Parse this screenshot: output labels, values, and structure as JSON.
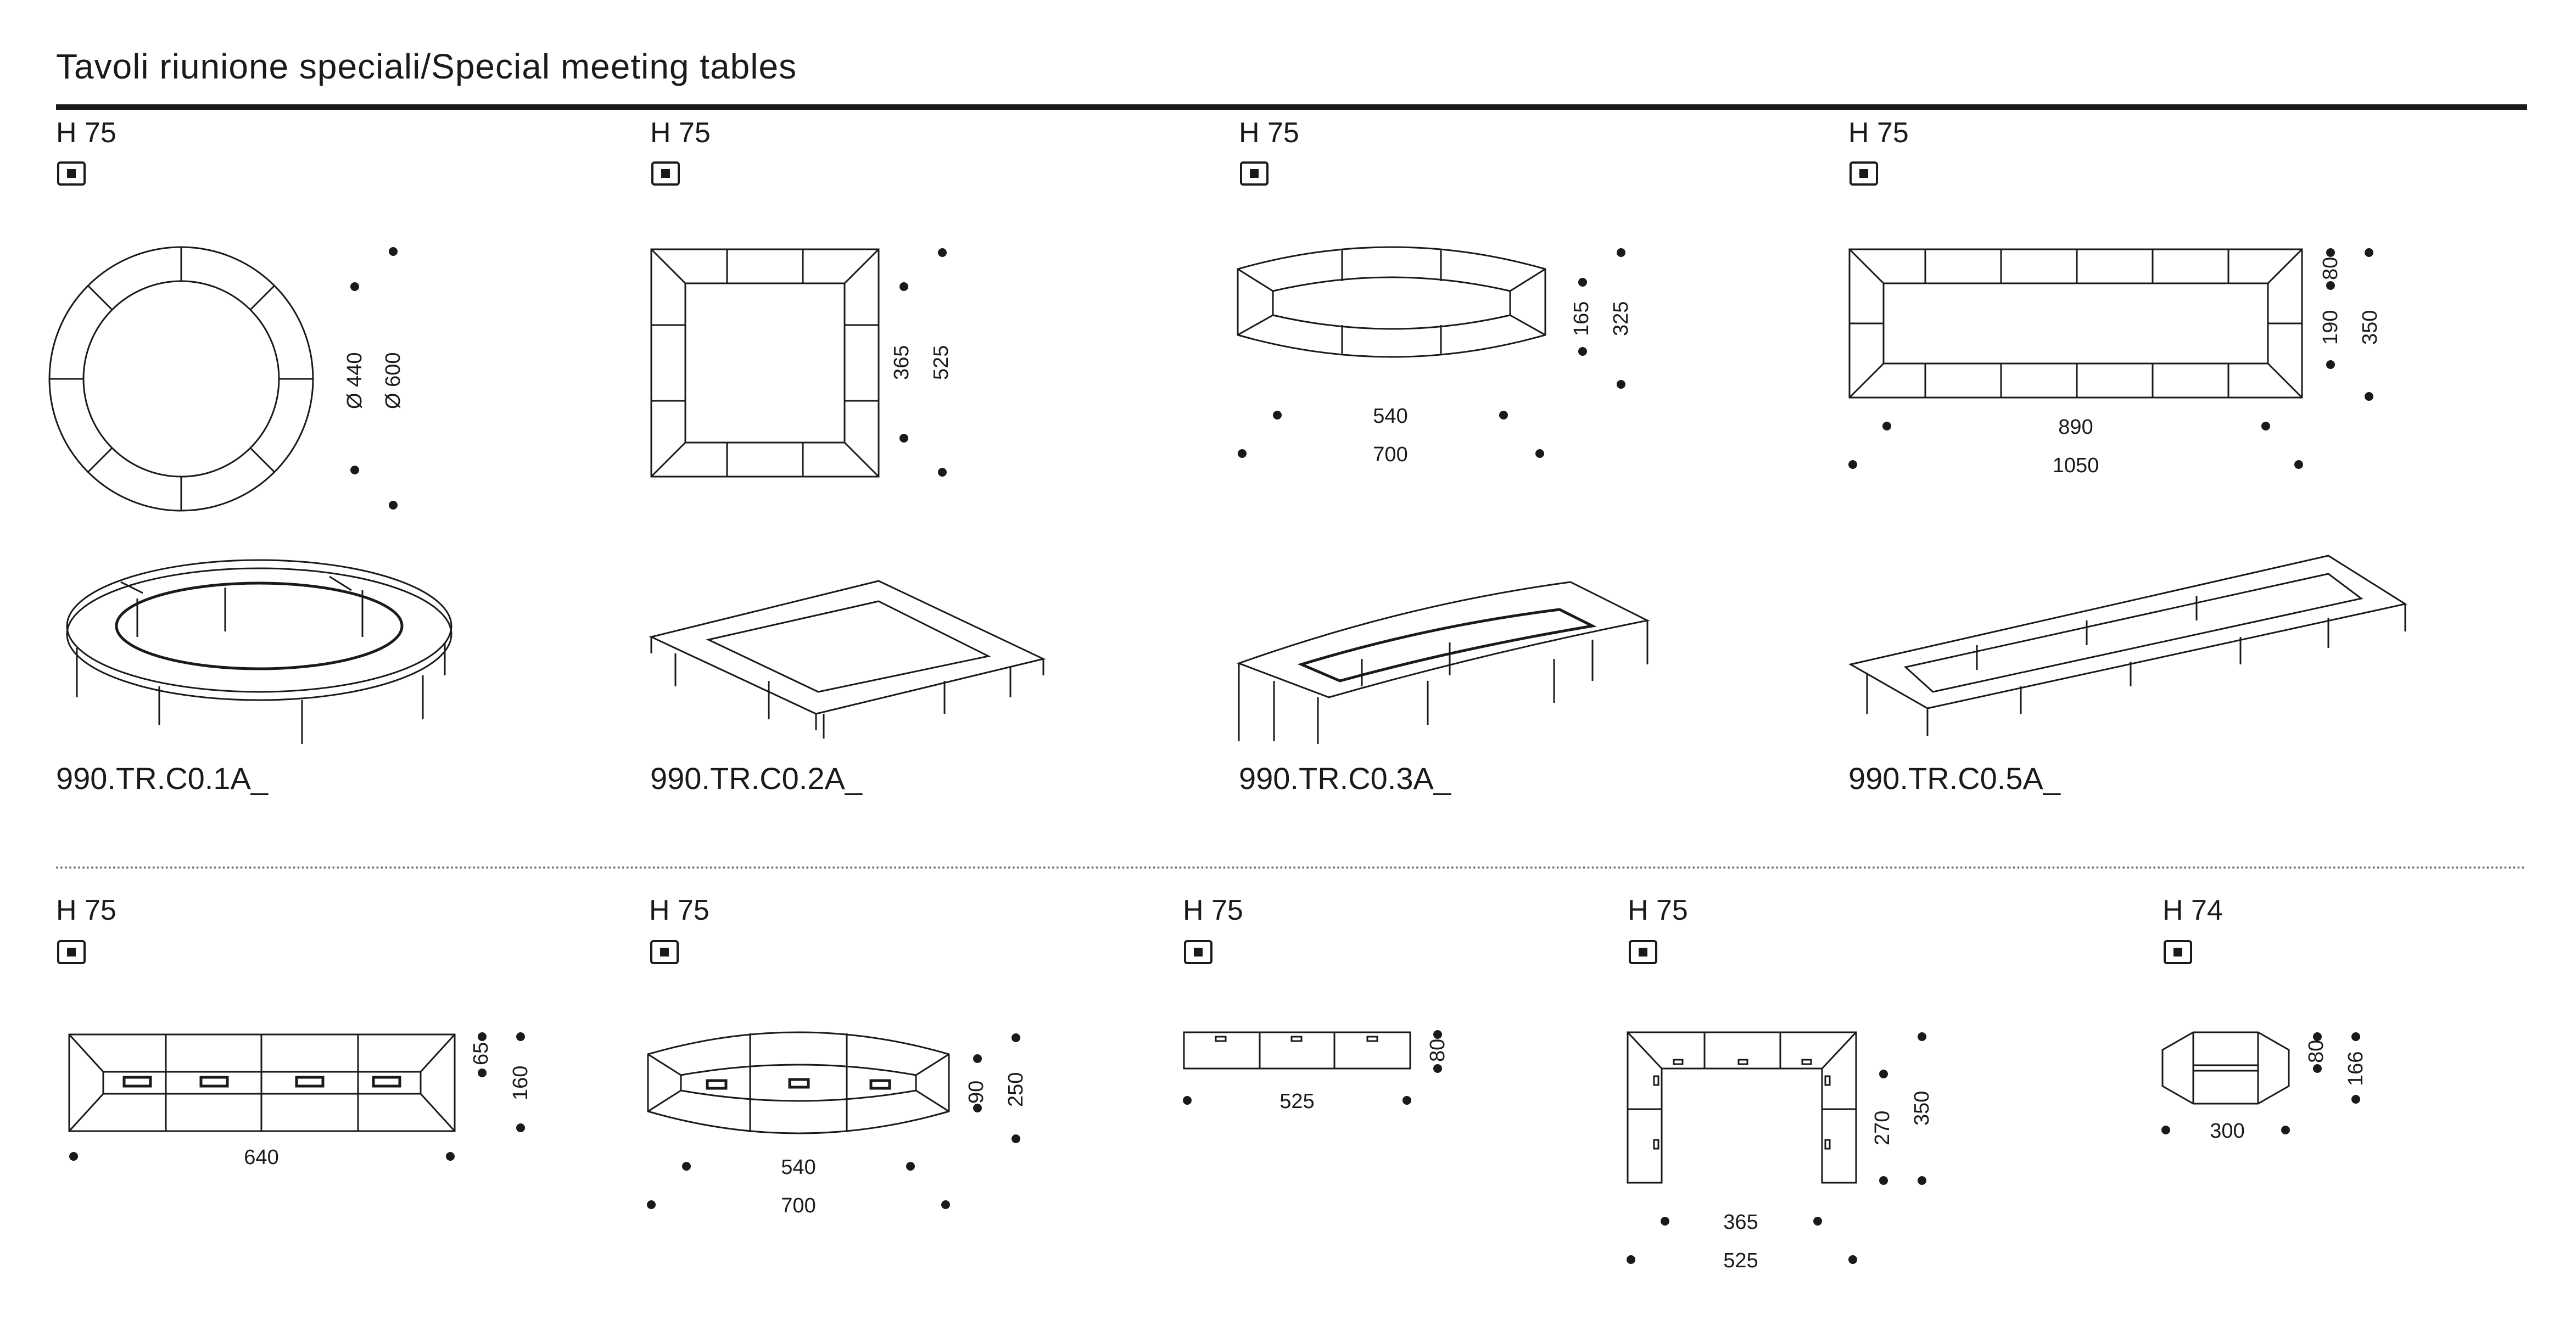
{
  "title": "Tavoli riunione speciali/Special meeting tables",
  "row1": [
    {
      "height": "H 75",
      "code": "990.TR.C0.1A_",
      "dim_inner": "Ø 440",
      "dim_outer": "Ø 600"
    },
    {
      "height": "H 75",
      "code": "990.TR.C0.2A_",
      "dim_inner": "365",
      "dim_outer": "525"
    },
    {
      "height": "H 75",
      "code": "990.TR.C0.3A_",
      "dim_v1": "165",
      "dim_v2": "325",
      "dim_h1": "540",
      "dim_h2": "700"
    },
    {
      "height": "H 75",
      "code": "990.TR.C0.5A_",
      "dim_v0": "80",
      "dim_v1": "190",
      "dim_v2": "350",
      "dim_h1": "890",
      "dim_h2": "1050"
    }
  ],
  "row2": [
    {
      "height": "H 75",
      "dim_v1": "65",
      "dim_v2": "160",
      "dim_h1": "640"
    },
    {
      "height": "H 75",
      "dim_v1": "90",
      "dim_v2": "250",
      "dim_h1": "540",
      "dim_h2": "700"
    },
    {
      "height": "H 75",
      "dim_v1": "80",
      "dim_h1": "525"
    },
    {
      "height": "H 75",
      "dim_v1": "270",
      "dim_v2": "350",
      "dim_h1": "365",
      "dim_h2": "525"
    },
    {
      "height": "H 74",
      "dim_v1": "80",
      "dim_v2": "166",
      "dim_h1": "300"
    }
  ]
}
